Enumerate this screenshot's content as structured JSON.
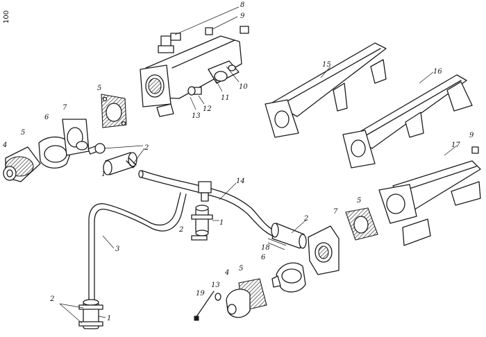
{
  "page_number": "100",
  "callouts": {
    "c1a": "1",
    "c1b": "1",
    "c1c": "1",
    "c2a": "2",
    "c2b": "2",
    "c2c": "2",
    "c2d": "2",
    "c3": "3",
    "c4a": "4",
    "c4b": "4",
    "c5a": "5",
    "c5b": "5",
    "c5c": "5",
    "c5d": "5",
    "c6a": "6",
    "c6b": "6",
    "c7a": "7",
    "c7b": "7",
    "c8": "8",
    "c9a": "9",
    "c9b": "9",
    "c10": "10",
    "c11": "11",
    "c12": "12",
    "c13a": "13",
    "c13b": "13",
    "c14": "14",
    "c15": "15",
    "c16": "16",
    "c17": "17",
    "c18": "18",
    "c19": "19"
  }
}
